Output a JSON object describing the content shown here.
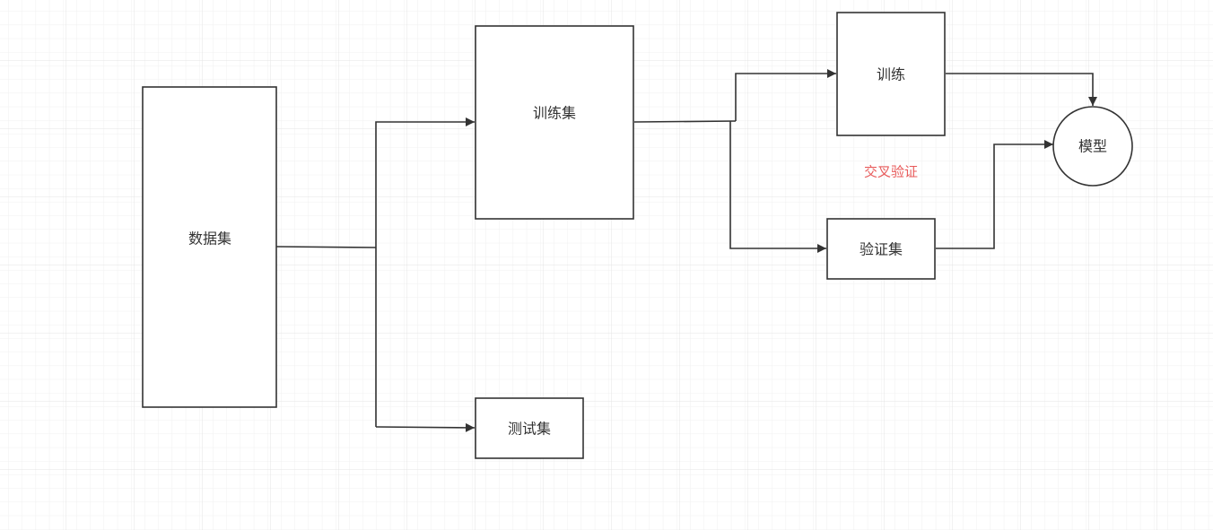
{
  "nodes": {
    "dataset": "数据集",
    "train_set": "训练集",
    "test_set": "测试集",
    "train": "训练",
    "validation_set": "验证集",
    "model": "模型"
  },
  "annotation": {
    "cross_validation": "交叉验证"
  },
  "colors": {
    "stroke": "#333333",
    "annotation": "#e85a5a",
    "grid": "#e4e4e4"
  }
}
